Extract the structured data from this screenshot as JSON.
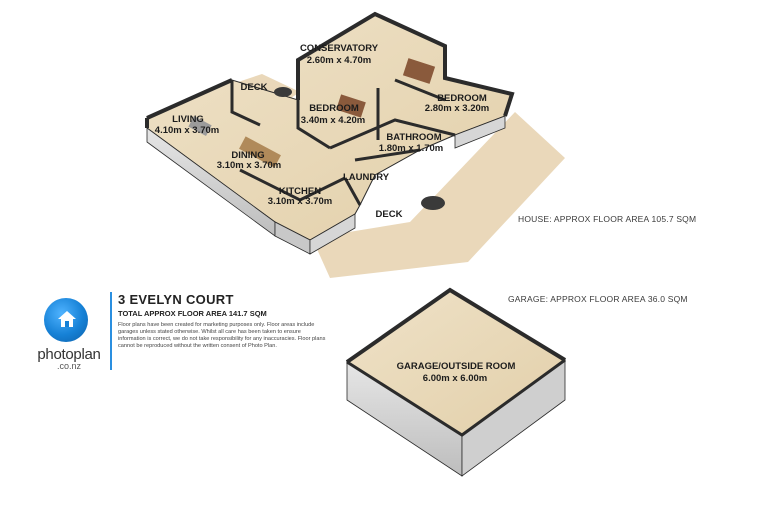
{
  "rooms": {
    "conservatory": {
      "name": "CONSERVATORY",
      "dims": "2.60m x 4.70m"
    },
    "deck_top": {
      "name": "DECK"
    },
    "bedroom_middle": {
      "name": "BEDROOM",
      "dims": "3.40m x 4.20m"
    },
    "bedroom_right": {
      "name": "BEDROOM",
      "dims": "2.80m x 3.20m"
    },
    "living": {
      "name": "LIVING",
      "dims": "4.10m x 3.70m"
    },
    "dining": {
      "name": "DINING",
      "dims": "3.10m x 3.70m"
    },
    "bathroom": {
      "name": "BATHROOM",
      "dims": "1.80m x 1.70m"
    },
    "laundry": {
      "name": "LAUNDRY"
    },
    "kitchen": {
      "name": "KITCHEN",
      "dims": "3.10m x 3.70m"
    },
    "deck_bottom": {
      "name": "DECK"
    },
    "garage": {
      "name": "GARAGE/OUTSIDE ROOM",
      "dims": "6.00m x 6.00m"
    }
  },
  "notes": {
    "house_area": "HOUSE: APPROX FLOOR AREA 105.7 SQM",
    "garage_area": "GARAGE: APPROX FLOOR AREA 36.0 SQM"
  },
  "property": {
    "title": "3 EVELYN COURT",
    "total_area": "TOTAL APPROX FLOOR AREA 141.7 SQM",
    "disclaimer": "Floor plans have been created for marketing purposes only. Floor areas include garages unless stated otherwise. Whilst all care has been taken to ensure information is correct, we do not take responsibility for any inaccuracies. Floor plans cannot be reproduced without the written consent of Photo Plan."
  },
  "logo": {
    "brand": "photoplan",
    "domain": ".co.nz"
  },
  "colors": {
    "wall": "#2b2b2b",
    "wall_face": "#d9d9d9",
    "floor": "#e9d9bd",
    "deck": "#ead8ba",
    "accent": "#1681d6"
  },
  "icons": {
    "logo": "house-in-circle-icon"
  }
}
